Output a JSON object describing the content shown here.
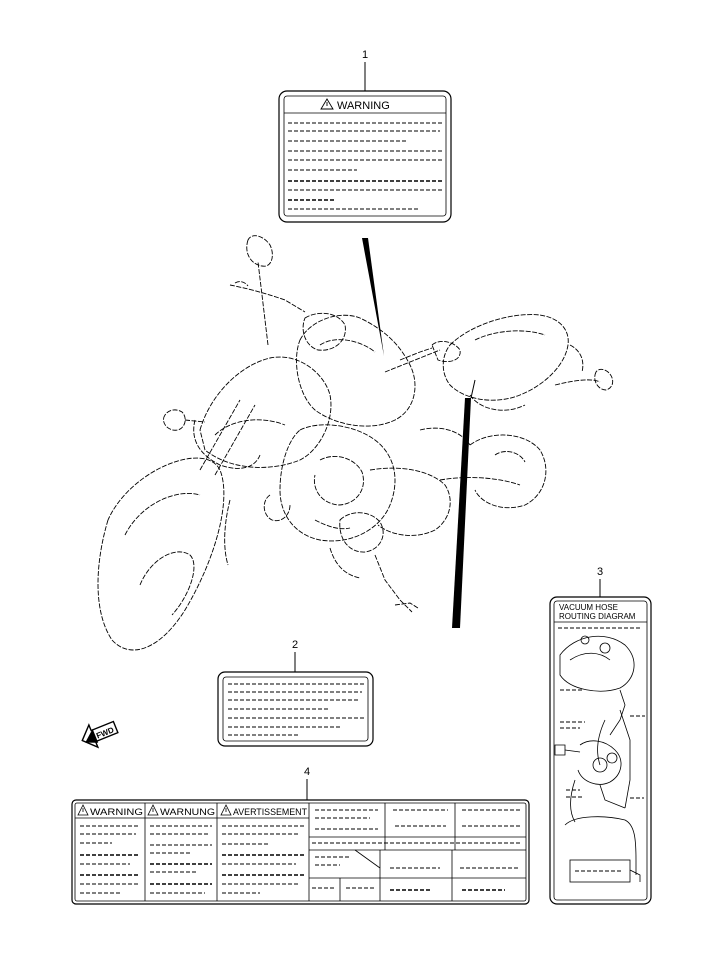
{
  "header": {
    "corner_text": ""
  },
  "callouts": {
    "label_1": "1",
    "label_2": "2",
    "label_3": "3",
    "label_4": "4"
  },
  "label_1": {
    "title": "WARNING",
    "icon": "warning-triangle-icon"
  },
  "label_3": {
    "title_line1": "VACUUM HOSE",
    "title_line2": "ROUTING DIAGRAM"
  },
  "label_4": {
    "heading_en": "WARNING",
    "heading_de": "WARNUNG",
    "heading_fr": "AVERTISSEMENT",
    "icon": "warning-triangle-icon"
  },
  "fwd_arrow": {
    "text": "FWD",
    "icon": "forward-arrow-icon"
  }
}
